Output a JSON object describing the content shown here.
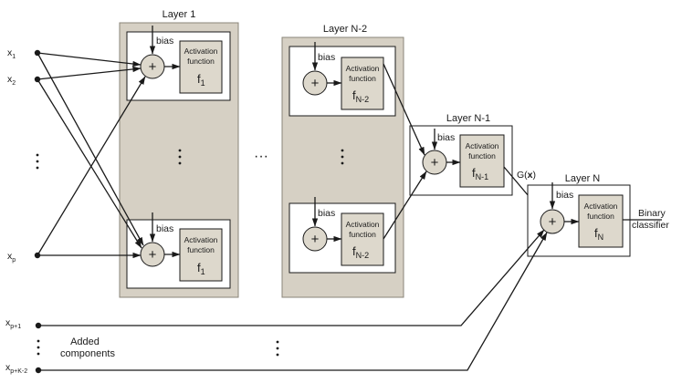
{
  "colors": {
    "layer_fill": "#d6d0c4",
    "panel_fill": "#ffffff",
    "box_fill": "#ddd8cc",
    "line": "#1a1a1a"
  },
  "inputs": {
    "x1": {
      "base": "x",
      "sub": "1"
    },
    "x2": {
      "base": "x",
      "sub": "2"
    },
    "xp": {
      "base": "x",
      "sub": "p"
    },
    "xp1": {
      "base": "x",
      "sub": "p+1"
    },
    "xpk2": {
      "base": "x",
      "sub": "p+K-2"
    }
  },
  "layers": {
    "layer1": "Layer 1",
    "layerN2": "Layer N-2",
    "layerN1": "Layer N-1",
    "layerN": "Layer N"
  },
  "node": {
    "bias": "bias",
    "sum_symbol": "+",
    "act_line1": "Activation",
    "act_line2": "function",
    "f_base": "f",
    "f1_sub": "1",
    "fN2_sub": "N-2",
    "fN1_sub": "N-1",
    "fN_sub": "N"
  },
  "signals": {
    "g_prefix": "G(",
    "g_var": "x",
    "g_suffix": ")"
  },
  "output": {
    "line1": "Binary",
    "line2": "classifier"
  },
  "annotations": {
    "added_line1": "Added",
    "added_line2": "components"
  },
  "ellipsis": {
    "horizontal": "···"
  }
}
